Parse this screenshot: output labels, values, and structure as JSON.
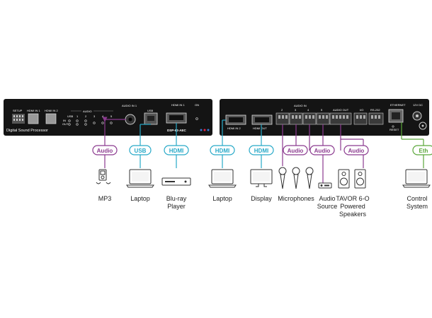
{
  "colors": {
    "audio": "#8b3a8f",
    "usb": "#27a9c8",
    "hdmi": "#27a9c8",
    "eth": "#5aa63a",
    "panel": "#141414"
  },
  "front_panel": {
    "setup": "SETUP",
    "hdmi_in1": "HDMI IN 1",
    "hdmi_in2": "HDMI IN 2",
    "audio": "AUDIO",
    "usb_left": "USB",
    "in": "IN",
    "out": "OUT",
    "ch1": "1",
    "ch2": "2",
    "ch3": "3",
    "ch4": "4",
    "ch5": "5",
    "audio_in1": "AUDIO IN 1",
    "usb": "USB",
    "hdmi_in1_right": "HDMI IN 1",
    "on": "ON",
    "name": "Digital Sound Processor",
    "model": "DSP-62-AEC"
  },
  "rear_panel": {
    "hdmi_in2": "HDMI IN 2",
    "hdmi_out": "HDMI OUT",
    "audio_in": "AUDIO IN",
    "ch2": "2",
    "ch3": "3",
    "ch4": "4",
    "ch5": "5",
    "audio_out": "AUDIO OUT",
    "io": "I/O",
    "rs232": "RS-232",
    "ethernet": "ETHERNET",
    "dc": "12V DC",
    "reset": "RESET"
  },
  "tags": {
    "audio": "Audio",
    "usb": "USB",
    "hdmi": "HDMI",
    "eth": "Eth"
  },
  "devices": {
    "mp3": "MP3",
    "laptop1": "Laptop",
    "bluray": [
      "Blu-ray",
      "Player"
    ],
    "laptop2": "Laptop",
    "display": "Display",
    "microphones": "Microphones",
    "audio_source": [
      "Audio",
      "Source"
    ],
    "speakers": [
      "TAVOR 6-O",
      "Powered",
      "Speakers"
    ],
    "control": [
      "Control",
      "System"
    ]
  }
}
